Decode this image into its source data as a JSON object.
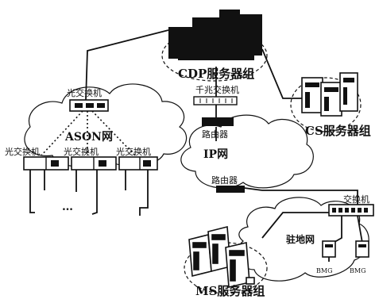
{
  "title_partial": "",
  "cdp_group": "CDP服务器组",
  "gigabit_switch": "千兆交换机",
  "cs_group": "CS服务器组",
  "router_top": "路由器",
  "ip_network": "IP网",
  "router_bottom": "路由器",
  "optical_switch_top": "光交换机",
  "ason_network": "ASON网",
  "optical_switch_1": "光交换机",
  "optical_switch_2": "光交换机",
  "optical_switch_3": "光交换机",
  "ellipsis": "…",
  "switch_right": "交换机",
  "local_network": "驻地网",
  "bmg_1": "BMG",
  "bmg_2": "BMG",
  "ms_group": "MS服务器组"
}
